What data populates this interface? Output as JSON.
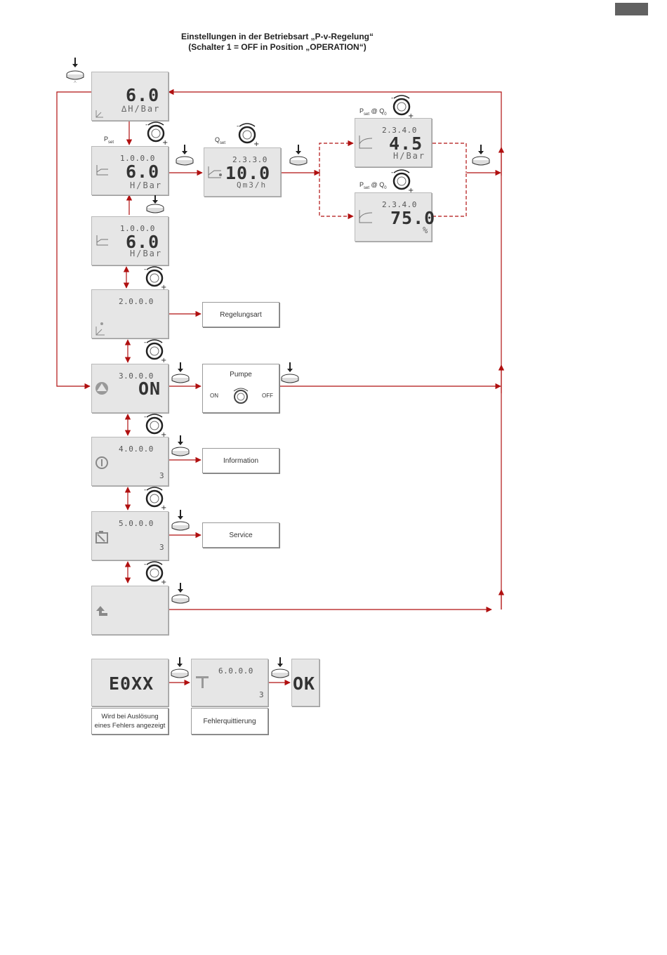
{
  "title": {
    "line1": "Einstellungen in der Betriebsart „P-v-Regelung“",
    "line2": "(Schalter 1 = OFF in Position „OPERATION“)"
  },
  "colors": {
    "flow": "#b01010",
    "lcd": "#e6e6e6",
    "border": "#9a9a9a"
  },
  "symbols": {
    "p_set": "P",
    "p_set_sub": "set",
    "q_set": "Q",
    "q_set_sub": "set",
    "at": "@",
    "q0": "Q",
    "q0_sub": "0"
  },
  "screens": {
    "home": {
      "big": "6.0",
      "unit": "∆H/Bar"
    },
    "p_set": {
      "code": "1.0.0.0",
      "big": "6.0",
      "unit": "H/Bar"
    },
    "p_set_edit": {
      "code": "1.0.0.0",
      "big": "6.0",
      "unit": "H/Bar"
    },
    "q_set": {
      "code": "2.3.3.0",
      "big": "10.0",
      "unit": "Qm3/h"
    },
    "p_at_q0_a": {
      "code": "2.3.4.0",
      "big": "4.5",
      "unit": "H/Bar"
    },
    "p_at_q0_b": {
      "code": "2.3.4.0",
      "big": "75.0",
      "unit": "%"
    },
    "control": {
      "code": "2.0.0.0"
    },
    "pump": {
      "code": "3.0.0.0",
      "big": "ON"
    },
    "info": {
      "code": "4.0.0.0",
      "mark": "3"
    },
    "service": {
      "code": "5.0.0.0",
      "mark": "3"
    },
    "back": {},
    "error": {
      "big": "E0XX"
    },
    "ack": {
      "code": "6.0.0.0",
      "mark": "3"
    },
    "ok": {
      "big": "OK"
    }
  },
  "labels": {
    "regelungsart": "Regelungsart",
    "pumpe": "Pumpe",
    "pumpe_on": "ON",
    "pumpe_off": "OFF",
    "information": "Information",
    "service": "Service",
    "error_line1": "Wird bei Auslösung",
    "error_line2": "eines Fehlers angezeigt",
    "fehlerquittierung": "Fehlerquittierung"
  },
  "icons": [
    "push-button-icon",
    "rotary-knob-icon",
    "pump-icon",
    "info-icon",
    "service-icon",
    "back-arrow-icon",
    "curve-icon"
  ]
}
